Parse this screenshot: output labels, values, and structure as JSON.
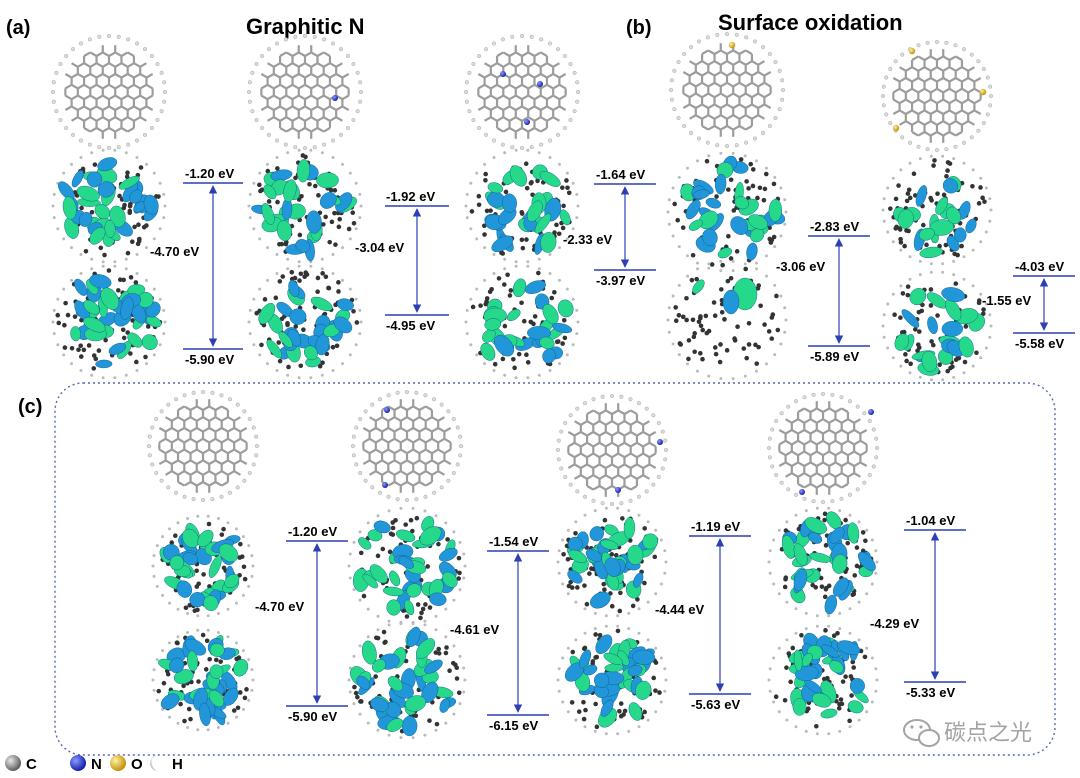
{
  "panels": {
    "a": {
      "letter": "(a)",
      "title": "Graphitic N"
    },
    "b": {
      "letter": "(b)",
      "title": "Surface oxidation"
    },
    "c": {
      "letter": "(c)",
      "title": ""
    }
  },
  "levels": [
    {
      "id": "a1",
      "lumo": "-1.20 eV",
      "homo": "-5.90 eV",
      "gap": "-4.70 eV"
    },
    {
      "id": "a2",
      "lumo": "-1.92 eV",
      "homo": "-4.95 eV",
      "gap": "-3.04 eV"
    },
    {
      "id": "a3",
      "lumo": "-1.64 eV",
      "homo": "-3.97 eV",
      "gap": "-2.33 eV"
    },
    {
      "id": "b1",
      "lumo": "-2.83 eV",
      "homo": "-5.89 eV",
      "gap": "-3.06 eV"
    },
    {
      "id": "b2",
      "lumo": "-4.03 eV",
      "homo": "-5.58 eV",
      "gap": "-1.55 eV"
    },
    {
      "id": "c1",
      "lumo": "-1.20 eV",
      "homo": "-5.90 eV",
      "gap": "-4.70 eV"
    },
    {
      "id": "c2",
      "lumo": "-1.54 eV",
      "homo": "-6.15 eV",
      "gap": "-4.61  eV"
    },
    {
      "id": "c3",
      "lumo": "-1.19 eV",
      "homo": "-5.63 eV",
      "gap": "-4.44  eV"
    },
    {
      "id": "c4",
      "lumo": "-1.04 eV",
      "homo": "-5.33 eV",
      "gap": "-4.29  eV"
    }
  ],
  "legend": [
    {
      "element": "C",
      "color": "#8c8c8c"
    },
    {
      "element": "N",
      "color": "#1f2fd6"
    },
    {
      "element": "O",
      "color": "#e0b000"
    },
    {
      "element": "H",
      "color": "#eeeeee"
    }
  ],
  "watermark": {
    "text": "碳点之光",
    "icon": "wechat-icon"
  },
  "colors": {
    "lobe_blue": "#2196d9",
    "lobe_green": "#26d98a",
    "level_line": "#2c3fb5",
    "frame": "#5566bb"
  }
}
